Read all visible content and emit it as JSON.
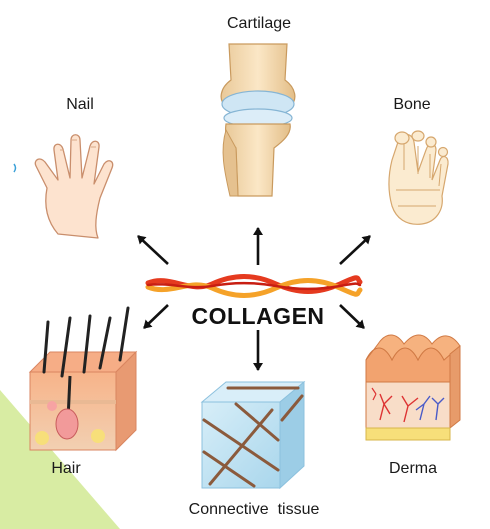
{
  "center": {
    "label": "COLLAGEN"
  },
  "nodes": {
    "cartilage": "Cartilage",
    "nail": "Nail",
    "bone": "Bone",
    "hair": "Hair",
    "connective": "Connective  tissue",
    "derma": "Derma"
  },
  "icons": [
    "knee-cartilage-icon",
    "hand-icon",
    "foot-bone-icon",
    "hair-skin-icon",
    "connective-tissue-cube-icon",
    "derma-skin-icon",
    "collagen-fiber-icon"
  ],
  "colors": {
    "accent_green": "#d8eca3",
    "fiber_red": "#e53a1f",
    "fiber_orange": "#f5a229",
    "skin_pink": "#f8c8a8",
    "cube_blue": "#bfe1f1"
  }
}
